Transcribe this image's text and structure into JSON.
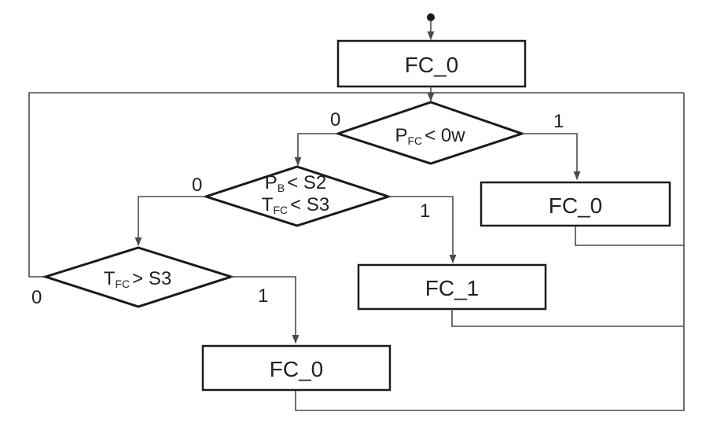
{
  "colors": {
    "line": "#1a1a1a",
    "wire": "#4a4a4a",
    "text": "#222222",
    "background": "#ffffff"
  },
  "boxes": {
    "top": "FC_0",
    "right": "FC_0",
    "middle": "FC_1",
    "bottom": "FC_0"
  },
  "decisions": {
    "d1": {
      "main1": "P",
      "sub1": "FC",
      "rest1": "< 0w"
    },
    "d2": {
      "main1": "P",
      "sub1": "B",
      "rest1": "< S2",
      "main2": "T",
      "sub2": "FC",
      "rest2": "< S3"
    },
    "d3": {
      "main1": "T",
      "sub1": "FC",
      "rest1": "> S3"
    }
  },
  "branches": {
    "d1_no": "0",
    "d1_yes": "1",
    "d2_no": "0",
    "d2_yes": "1",
    "d3_no": "0",
    "d3_yes": "1"
  }
}
